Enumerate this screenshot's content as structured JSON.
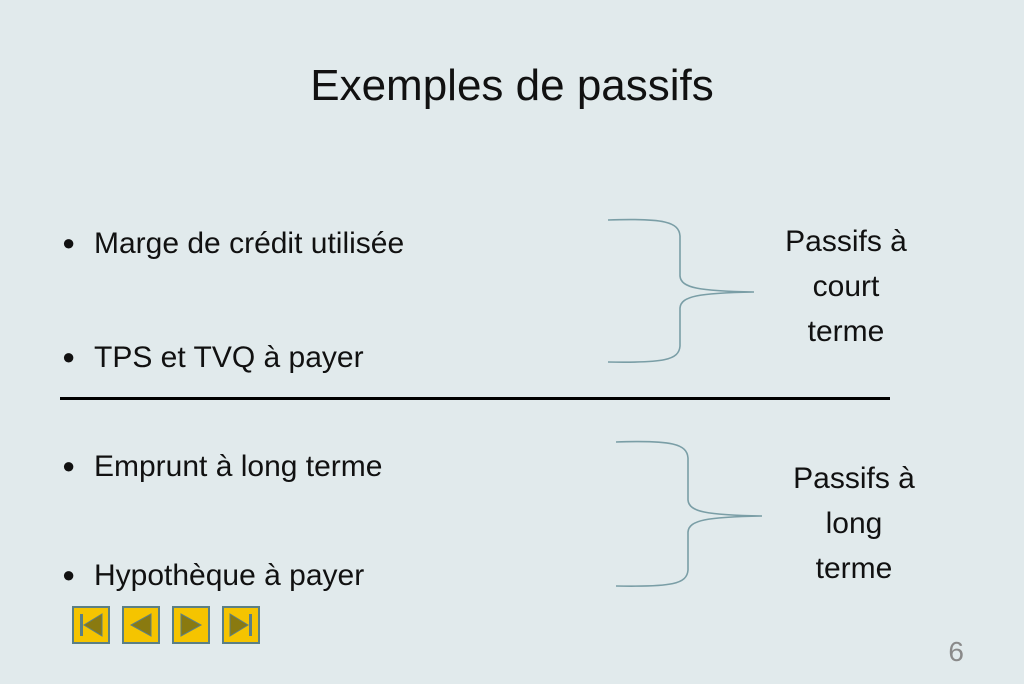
{
  "slide": {
    "title": "Exemples de passifs",
    "bullet_glyph": "●",
    "bullets": [
      "Marge de crédit utilisée",
      "TPS et TVQ à payer",
      "Emprunt à long terme",
      "Hypothèque à payer"
    ],
    "groups": [
      {
        "lines": [
          "Passifs à",
          "court",
          "terme"
        ]
      },
      {
        "lines": [
          "Passifs à",
          "long",
          "terme"
        ]
      }
    ],
    "page_number": "6"
  },
  "colors": {
    "background": "#e1eaec",
    "brace": "#7a9ea6",
    "nav_fill": "#f5c400",
    "nav_border": "#5b7f85",
    "page_number": "#8a8a8a"
  },
  "nav": {
    "buttons": [
      {
        "icon": "first-slide-icon"
      },
      {
        "icon": "previous-slide-icon"
      },
      {
        "icon": "next-slide-icon"
      },
      {
        "icon": "last-slide-icon"
      }
    ]
  }
}
